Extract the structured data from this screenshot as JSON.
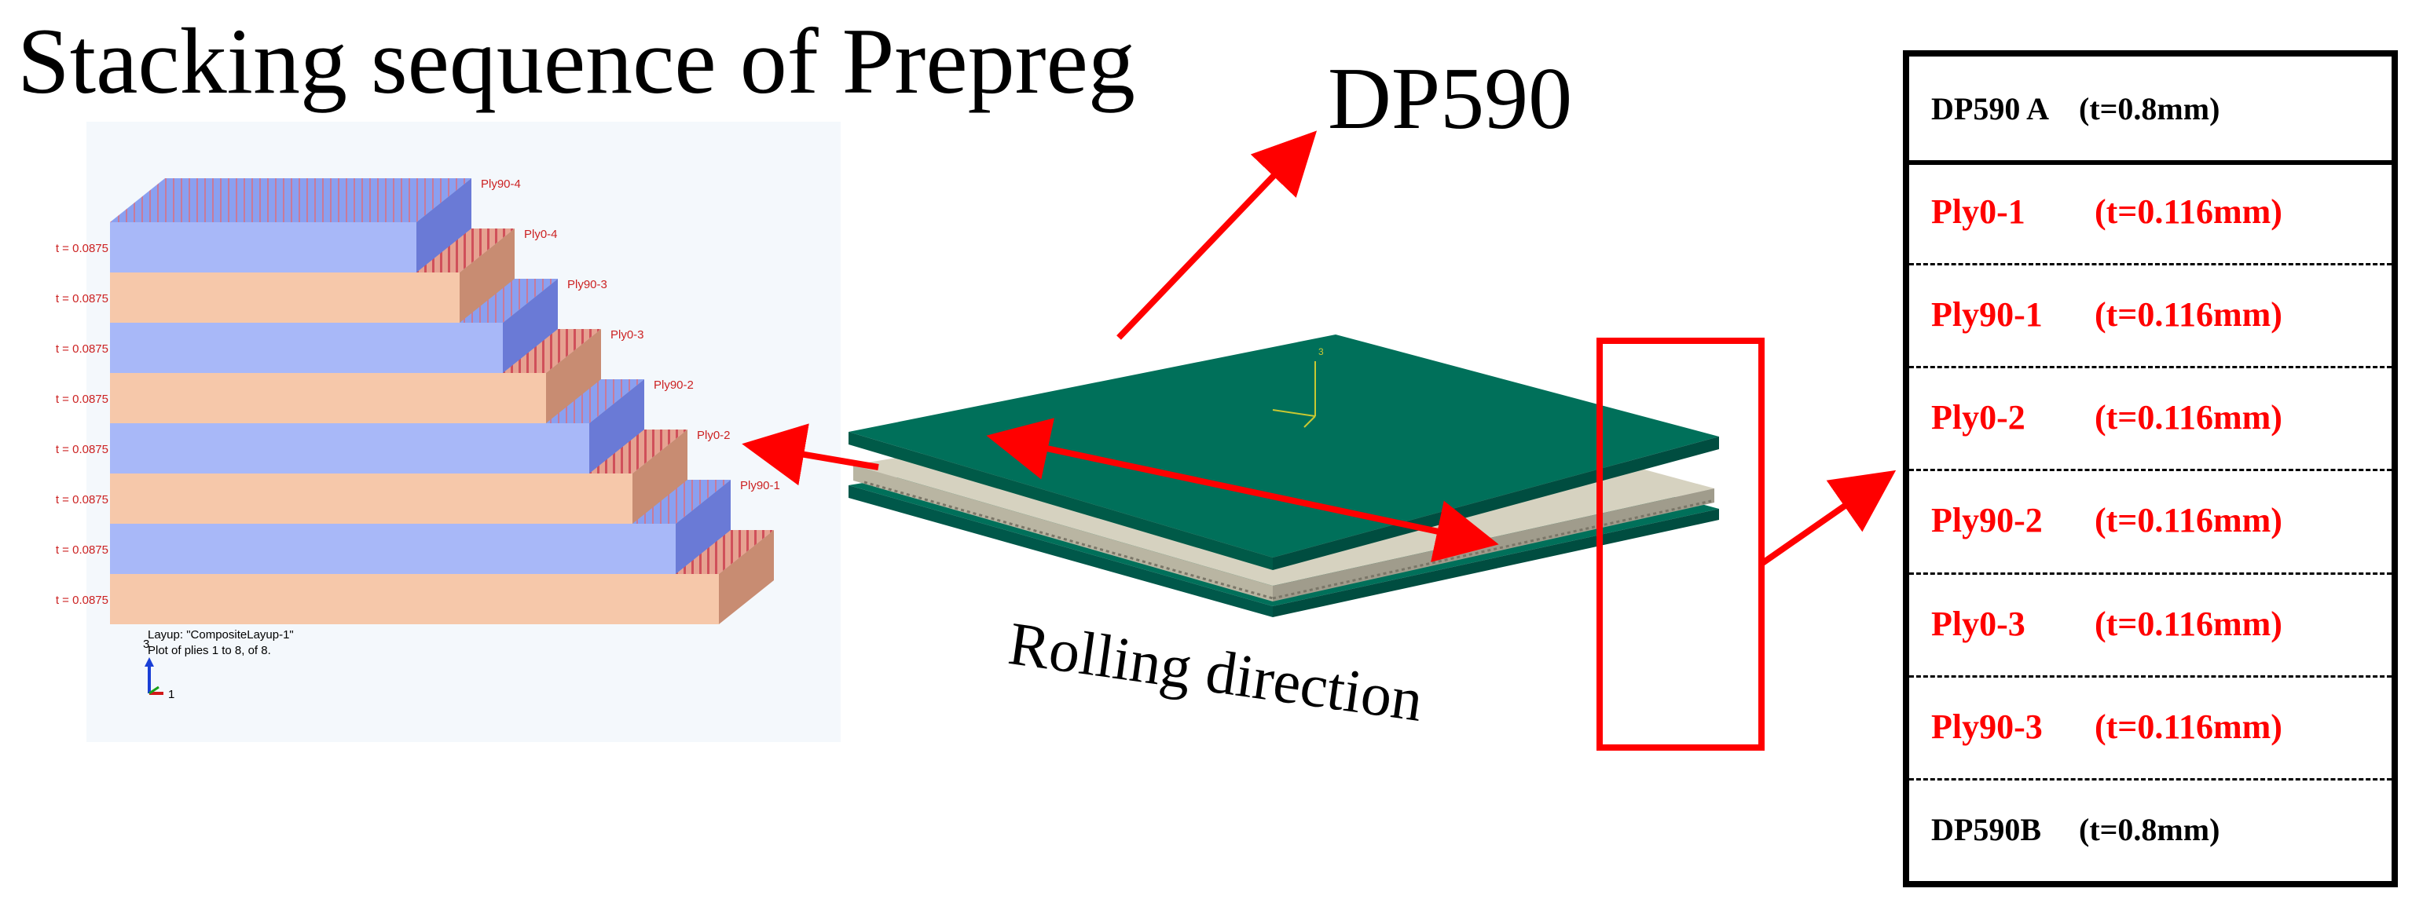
{
  "title": "Stacking sequence of Prepreg",
  "dp590_label": "DP590",
  "rolling_label": "Rolling direction",
  "stair": {
    "ply_labels": [
      "Ply90-4",
      "Ply0-4",
      "Ply90-3",
      "Ply0-3",
      "Ply90-2",
      "Ply0-2",
      "Ply90-1"
    ],
    "t_labels": [
      "t = 0.0875",
      "t = 0.0875",
      "t = 0.0875",
      "t = 0.0875",
      "t = 0.0875",
      "t = 0.0875",
      "t = 0.0875",
      "t = 0.0875"
    ],
    "caption_line1": "Layup: \"CompositeLayup-1\"",
    "caption_line2": "Plot of plies 1 to 8, of 8.",
    "axis_labels": [
      "3",
      "1"
    ]
  },
  "plate_axis_label": "3",
  "layers": [
    {
      "name": "DP590 A",
      "thickness": "(t=0.8mm)",
      "color": "#000000"
    },
    {
      "name": "Ply0-1",
      "thickness": "(t=0.116mm)",
      "color": "#ff0000"
    },
    {
      "name": "Ply90-1",
      "thickness": "(t=0.116mm)",
      "color": "#ff0000"
    },
    {
      "name": "Ply0-2",
      "thickness": "(t=0.116mm)",
      "color": "#ff0000"
    },
    {
      "name": "Ply90-2",
      "thickness": "(t=0.116mm)",
      "color": "#ff0000"
    },
    {
      "name": "Ply0-3",
      "thickness": "(t=0.116mm)",
      "color": "#ff0000"
    },
    {
      "name": "Ply90-3",
      "thickness": "(t=0.116mm)",
      "color": "#ff0000"
    },
    {
      "name": "DP590B",
      "thickness": "(t=0.8mm)",
      "color": "#000000"
    }
  ],
  "colors": {
    "arrow": "#ff0000",
    "plate": "#00705a",
    "core": "#d6d2c0",
    "ply90": "#a8b8f8",
    "ply90_side": "#6a7ad6",
    "ply0": "#f6c8aa",
    "ply0_top": "#e09a88",
    "ply0_side": "#c88c72"
  }
}
